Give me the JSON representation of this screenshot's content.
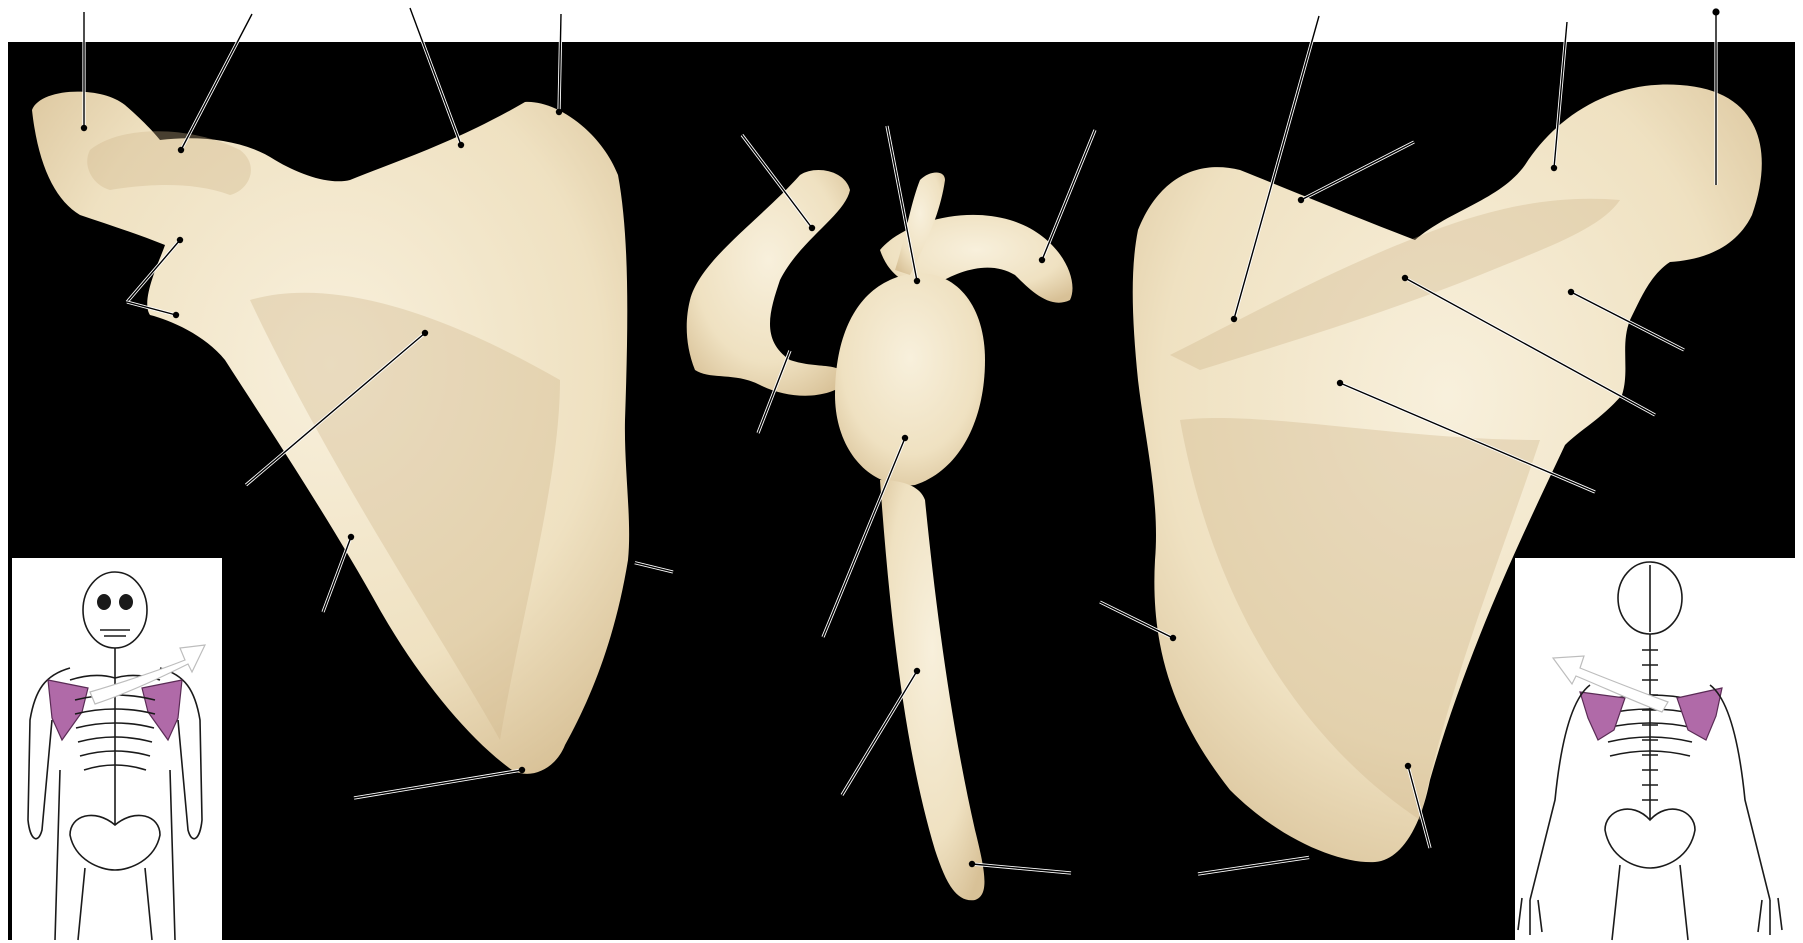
{
  "figure": {
    "views": [
      {
        "id": "anterior-view",
        "label": ""
      },
      {
        "id": "lateral-view",
        "label": ""
      },
      {
        "id": "posterior-view",
        "label": ""
      }
    ],
    "label_count": 26,
    "colors": {
      "background": "#000000",
      "bone": "#f1e4c6",
      "bone_shadow": "#d9c49a",
      "leader_line": "#ffffff",
      "scapula_highlight": "#b06aa8",
      "skeleton_outline": "#1a1a1a"
    },
    "icons": [
      "anterior-skeleton-inset",
      "posterior-skeleton-inset",
      "orientation-arrow"
    ]
  }
}
